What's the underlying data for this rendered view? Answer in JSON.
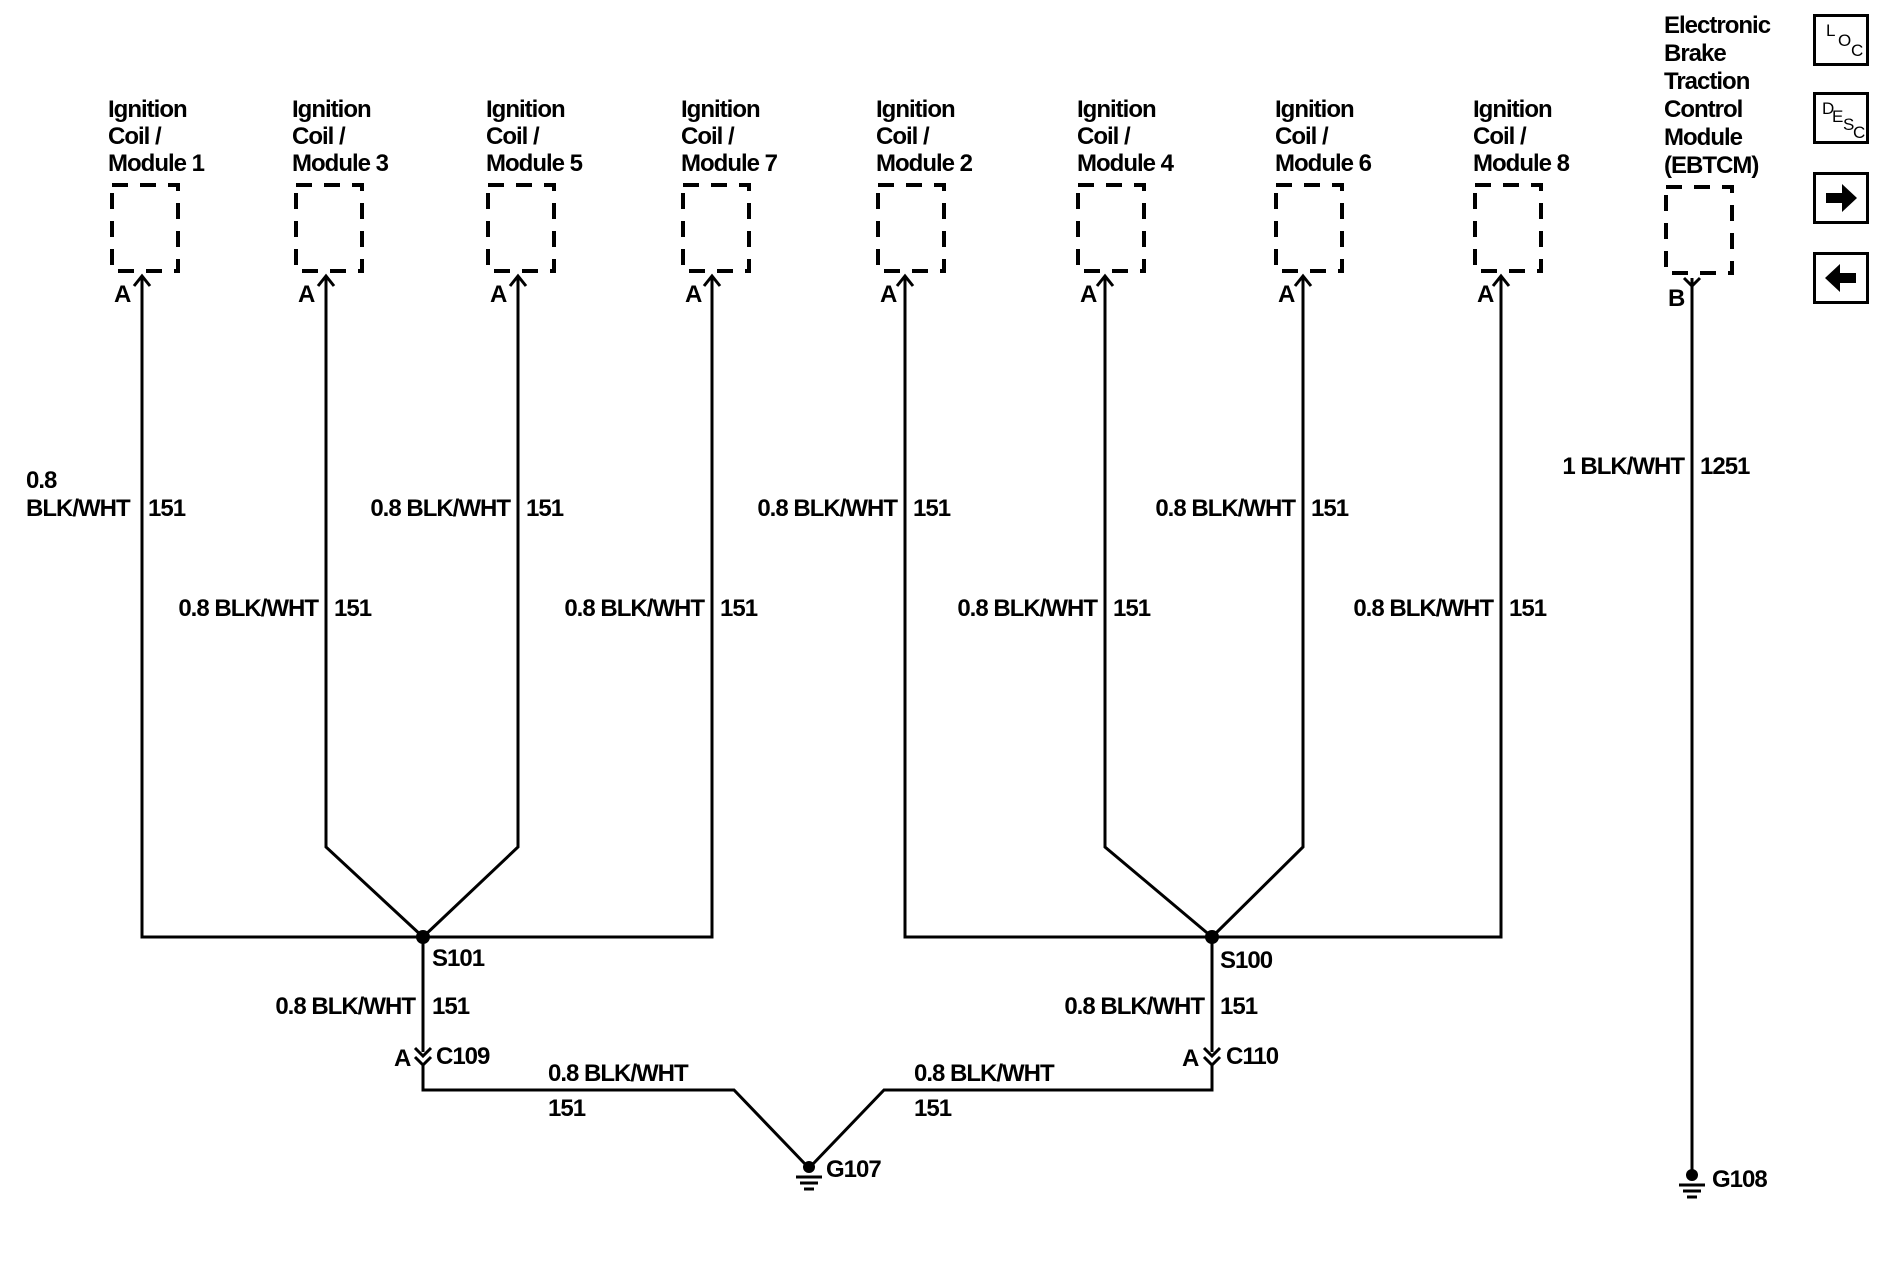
{
  "components": [
    {
      "lines": [
        "Ignition",
        "Coil /",
        "Module 1"
      ],
      "pin": "A"
    },
    {
      "lines": [
        "Ignition",
        "Coil /",
        "Module 3"
      ],
      "pin": "A"
    },
    {
      "lines": [
        "Ignition",
        "Coil /",
        "Module 5"
      ],
      "pin": "A"
    },
    {
      "lines": [
        "Ignition",
        "Coil /",
        "Module 7"
      ],
      "pin": "A"
    },
    {
      "lines": [
        "Ignition",
        "Coil /",
        "Module 2"
      ],
      "pin": "A"
    },
    {
      "lines": [
        "Ignition",
        "Coil /",
        "Module 4"
      ],
      "pin": "A"
    },
    {
      "lines": [
        "Ignition",
        "Coil /",
        "Module 6"
      ],
      "pin": "A"
    },
    {
      "lines": [
        "Ignition",
        "Coil /",
        "Module 8"
      ],
      "pin": "A"
    },
    {
      "lines": [
        "Electronic",
        "Brake",
        "Traction",
        "Control",
        "Module",
        "(EBTCM)"
      ],
      "pin": "B"
    }
  ],
  "wires": {
    "coil1": {
      "size_color": "0.8 BLK/WHT",
      "size": "0.8",
      "color": "BLK/WHT",
      "circuit": "151"
    },
    "coil3": {
      "size_color": "0.8 BLK/WHT",
      "circuit": "151"
    },
    "coil5": {
      "size_color": "0.8 BLK/WHT",
      "circuit": "151"
    },
    "coil7": {
      "size_color": "0.8 BLK/WHT",
      "circuit": "151"
    },
    "coil2": {
      "size_color": "0.8 BLK/WHT",
      "circuit": "151"
    },
    "coil4": {
      "size_color": "0.8 BLK/WHT",
      "circuit": "151"
    },
    "coil6": {
      "size_color": "0.8 BLK/WHT",
      "circuit": "151"
    },
    "coil8": {
      "size_color": "0.8 BLK/WHT",
      "circuit": "151"
    },
    "ebtcm": {
      "size_color": "1 BLK/WHT",
      "circuit": "1251"
    },
    "s101_down": {
      "size_color": "0.8 BLK/WHT",
      "circuit": "151"
    },
    "s100_down": {
      "size_color": "0.8 BLK/WHT",
      "circuit": "151"
    },
    "left_ground": {
      "size_color": "0.8 BLK/WHT",
      "circuit": "151"
    },
    "right_ground": {
      "size_color": "0.8 BLK/WHT",
      "circuit": "151"
    }
  },
  "splices": {
    "left": "S101",
    "right": "S100"
  },
  "connectors": {
    "left": {
      "name": "C109",
      "pin": "A"
    },
    "right": {
      "name": "C110",
      "pin": "A"
    }
  },
  "grounds": {
    "main": "G107",
    "ebtcm": "G108"
  },
  "nav": {
    "loc": {
      "a": "L",
      "b": "O",
      "c": "C"
    },
    "desc": {
      "a": "D",
      "b": "E",
      "c": "S",
      "d": "C"
    },
    "forward_icon": "right-arrow-icon",
    "back_icon": "left-arrow-icon"
  }
}
